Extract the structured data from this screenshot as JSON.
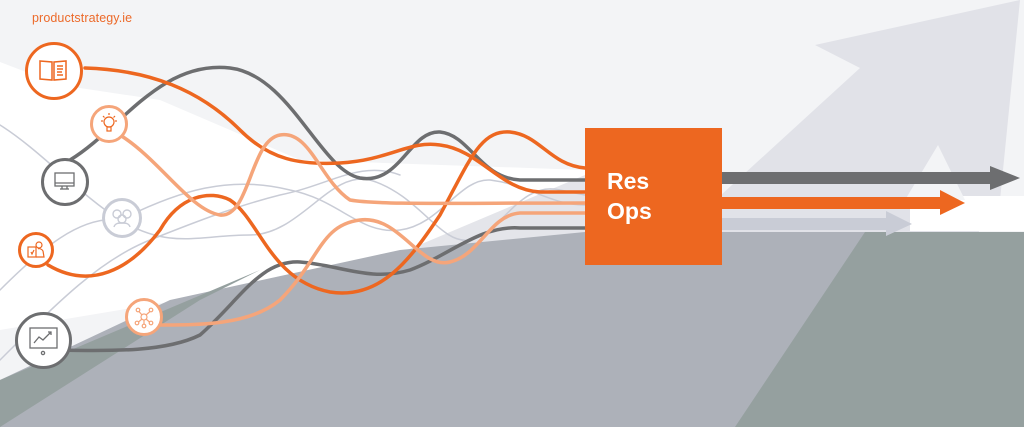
{
  "brand": {
    "text": "productstrategy.ie"
  },
  "hub": {
    "line1": "Res",
    "line2": "Ops"
  },
  "colors": {
    "orange": "#ed6720",
    "light_orange": "#f5a57a",
    "dark_gray": "#6d6e70",
    "light_gray": "#c9ccd6",
    "bg_light": "#f3f4f6",
    "bg_mid": "#e1e2e8",
    "ground": "#adb1b9",
    "ground_dark": "#95a09f"
  },
  "nodes": [
    {
      "name": "book-node",
      "icon": "book-icon",
      "color": "orange"
    },
    {
      "name": "lightbulb-node",
      "icon": "lightbulb-icon",
      "color": "light_orange"
    },
    {
      "name": "monitor-node",
      "icon": "monitor-icon",
      "color": "dark_gray"
    },
    {
      "name": "users-node",
      "icon": "users-icon",
      "color": "light_gray"
    },
    {
      "name": "clipboard-person-node",
      "icon": "clipboard-person-icon",
      "color": "orange"
    },
    {
      "name": "network-node",
      "icon": "network-icon",
      "color": "light_orange"
    },
    {
      "name": "chart-presentation-node",
      "icon": "chart-presentation-icon",
      "color": "dark_gray"
    }
  ],
  "outputs": [
    {
      "name": "output-arrow-dark",
      "color": "dark_gray"
    },
    {
      "name": "output-arrow-orange",
      "color": "orange"
    },
    {
      "name": "output-arrow-light",
      "color": "light_gray"
    }
  ]
}
